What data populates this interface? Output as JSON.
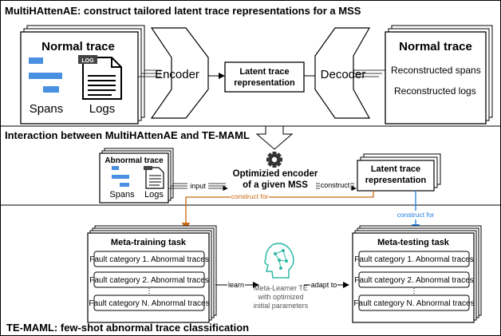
{
  "section1": {
    "title": "MultiHAttenAE: construct tailored latent trace representations for a MSS",
    "normal_trace_title": "Normal trace",
    "spans_label": "Spans",
    "logs_label": "Logs",
    "log_badge": "LOG",
    "encoder_label": "Encoder",
    "latent_line1": "Latent trace",
    "latent_line2": "representation",
    "decoder_label": "Decoder",
    "output_title": "Normal trace",
    "reconstructed_spans": "Reconstructed spans",
    "reconstructed_logs": "Reconstructed logs"
  },
  "section2": {
    "title": "Interaction between MultiHAttenAE and TE-MAML",
    "abnormal_trace_title": "Abnormal trace",
    "spans_label": "Spans",
    "logs_label": "Logs",
    "input_label": "input",
    "encoder_line1": "Optimizied encoder",
    "encoder_line2": "of a given MSS",
    "construct_label": "construct",
    "latent_line1": "Latent trace",
    "latent_line2": "representation",
    "construct_for_left": "construct for",
    "construct_for_right": "construct for"
  },
  "section3": {
    "title": "TE-MAML: few-shot abnormal trace classification",
    "training_title": "Meta-training task",
    "testing_title": "Meta-testing task",
    "training_items": [
      "Fault category 1. Abnormal traces",
      "Fault category 2. Abnormal traces",
      "Fault category N. Abnormal traces"
    ],
    "testing_items": [
      "Fault category 1. Abnormal traces",
      "Fault category 2. Abnormal traces",
      "Fault category N. Abnormal traces"
    ],
    "learn_label": "learn",
    "adapt_label": "adapt to",
    "learner_line1": "Meta-Learner TE",
    "learner_line2": "with optimized",
    "learner_line3": "initial parameters"
  },
  "colors": {
    "span_blue": "#4a90e2",
    "orange_arrow": "#c8680f",
    "blue_arrow": "#1f7fe0",
    "learner_teal": "#2fb9a6"
  },
  "icons": [
    "document-log-icon",
    "gear-icon",
    "neural-network-icon",
    "span-bars-icon"
  ]
}
